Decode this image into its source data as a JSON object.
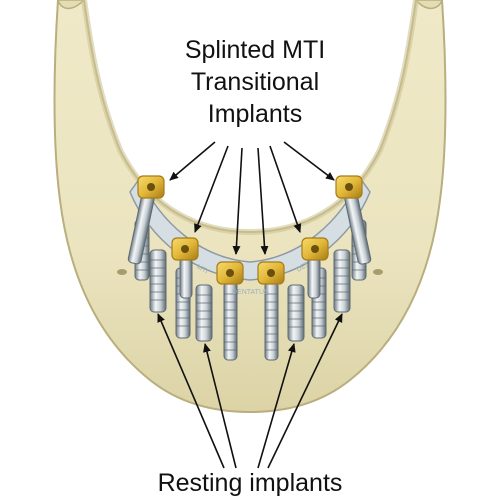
{
  "diagram": {
    "top_label": {
      "lines": [
        "Splinted MTI",
        "Transitional",
        "Implants"
      ]
    },
    "bottom_label": "Resting implants",
    "bar_text_left": "MTI",
    "bar_text_right": "DENTATUS",
    "bar_text_center": "DENTATUS",
    "colors": {
      "bone_fill": "#ece6c2",
      "bone_shadow": "#d6cda0",
      "bone_outline": "#b9ae7d",
      "gold": "#e2b83a",
      "gold_dark": "#a77c16",
      "bar": "#d5dee3",
      "bar_edge": "#8d9aa3",
      "implant_light": "#e9eef1",
      "implant_dark": "#6f7b84",
      "arrow": "#111111"
    }
  }
}
